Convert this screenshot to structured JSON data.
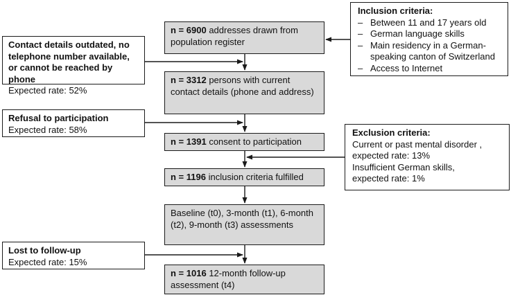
{
  "diagram": {
    "flow_boxes": [
      {
        "n": "n = 6900",
        "label": "addresses drawn from population register"
      },
      {
        "n": "n = 3312",
        "label": "persons with current contact details (phone and address)"
      },
      {
        "n": "n = 1391",
        "label": "consent to participation"
      },
      {
        "n": "n = 1196",
        "label": "inclusion criteria fulfilled"
      },
      {
        "n": "",
        "label": "Baseline (t0), 3-month (t1), 6-month (t2), 9-month (t3) assessments"
      },
      {
        "n": "n = 1016",
        "label": "12-month follow-up assessment (t4)"
      }
    ],
    "left_boxes": [
      {
        "title": "Contact details outdated, no telephone number available, or cannot be reached by phone",
        "rate": "Expected rate: 52%"
      },
      {
        "title": "Refusal to participation",
        "rate": "Expected rate: 58%"
      },
      {
        "title": "Lost to follow-up",
        "rate": "Expected rate: 15%"
      }
    ],
    "inclusion": {
      "heading": "Inclusion criteria:",
      "bullet": "–",
      "items": [
        "Between 11 and 17 years old",
        "German language skills",
        "Main residency in a German-speaking canton of Switzerland",
        "Access to Internet"
      ]
    },
    "exclusion": {
      "heading": "Exclusion criteria:",
      "lines": [
        "Current or past mental disorder ,",
        "expected rate: 13%",
        "Insufficient German skills,",
        "expected rate: 1%"
      ]
    },
    "colors": {
      "flow_box_fill": "#d9d9d9",
      "box_border": "#1a1a1a",
      "side_box_fill": "#ffffff",
      "line": "#1a1a1a"
    }
  }
}
